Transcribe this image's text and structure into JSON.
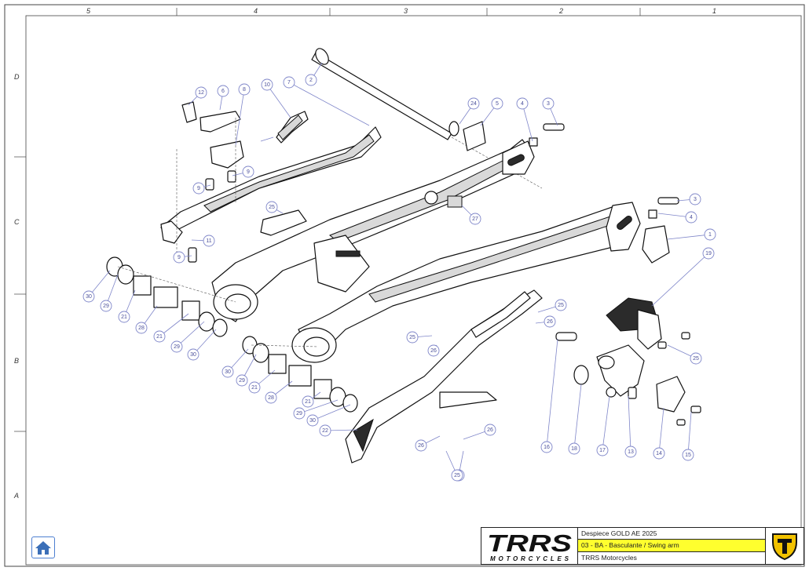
{
  "grid": {
    "columns": [
      "5",
      "4",
      "3",
      "2",
      "1"
    ],
    "rows": [
      "D",
      "C",
      "B",
      "A"
    ]
  },
  "callouts": [
    "1",
    "2",
    "3",
    "3",
    "4",
    "4",
    "5",
    "6",
    "7",
    "8",
    "9",
    "9",
    "9",
    "10",
    "11",
    "12",
    "13",
    "14",
    "15",
    "16",
    "17",
    "18",
    "19",
    "21",
    "21",
    "21",
    "21",
    "22",
    "24",
    "25",
    "25",
    "25",
    "25",
    "25",
    "25",
    "26",
    "26",
    "26",
    "26",
    "27",
    "28",
    "28",
    "29",
    "29",
    "29",
    "29",
    "30",
    "30",
    "30",
    "30"
  ],
  "title_block": {
    "logo_main": "TRRS",
    "logo_sub": "MOTORCYCLES",
    "line1": "Despiece GOLD AE 2025",
    "line2": "03 - BA - Basculante / Swing arm",
    "line3": "TRRS Motorcycles"
  },
  "colors": {
    "highlight": "#ffff2e",
    "callout": "#7f86c9",
    "emblem": "#f2c200",
    "home_button": "#4d7fd1"
  },
  "icons": {
    "home": "home-icon",
    "emblem": "trrs-emblem-icon"
  }
}
